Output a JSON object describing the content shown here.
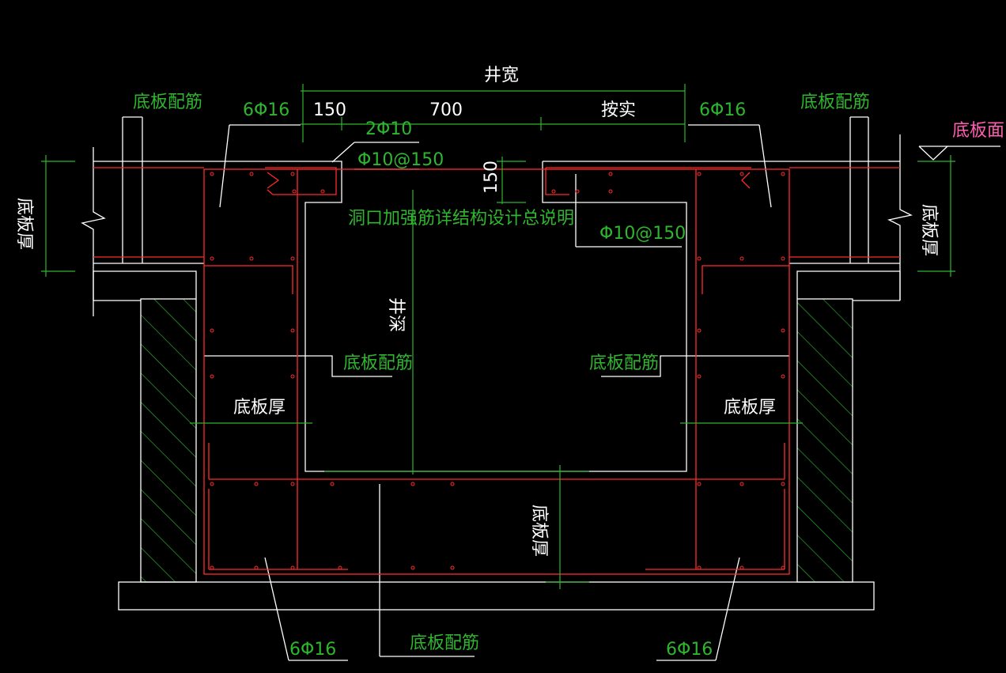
{
  "colors": {
    "background": "#000000",
    "outline": "#ffffff",
    "rebar": "#ff2a2a",
    "dimension": "#2fb52f",
    "label_green": "#2fb52f",
    "label_magenta": "#ff5fb0",
    "hatch": "#2fb52f"
  },
  "dims": {
    "well_width": "井宽",
    "seg_150": "150",
    "seg_700": "700",
    "seg_anshi": "按实",
    "vert_150": "150",
    "well_depth": "井深"
  },
  "labels": {
    "slab_rebar_tl": "底板配筋",
    "slab_rebar_tr": "底板配筋",
    "slab_rebar_ml": "底板配筋",
    "slab_rebar_mr": "底板配筋",
    "slab_rebar_bottom": "底板配筋",
    "bar_6phi16_tl": "6Φ16",
    "bar_6phi16_tr": "6Φ16",
    "bar_6phi16_bl": "6Φ16",
    "bar_6phi16_br": "6Φ16",
    "bar_2phi10": "2Φ10",
    "stirrup_left": "Φ10@150",
    "stirrup_right": "Φ10@150",
    "opening_note": "洞口加强筋详结构设计总说明",
    "slab_thick_left": "底板厚",
    "slab_thick_right": "底板厚",
    "slab_thick_ml": "底板厚",
    "slab_thick_mr": "底板厚",
    "slab_thick_bottom": "底板厚",
    "slab_face": "底板面"
  }
}
